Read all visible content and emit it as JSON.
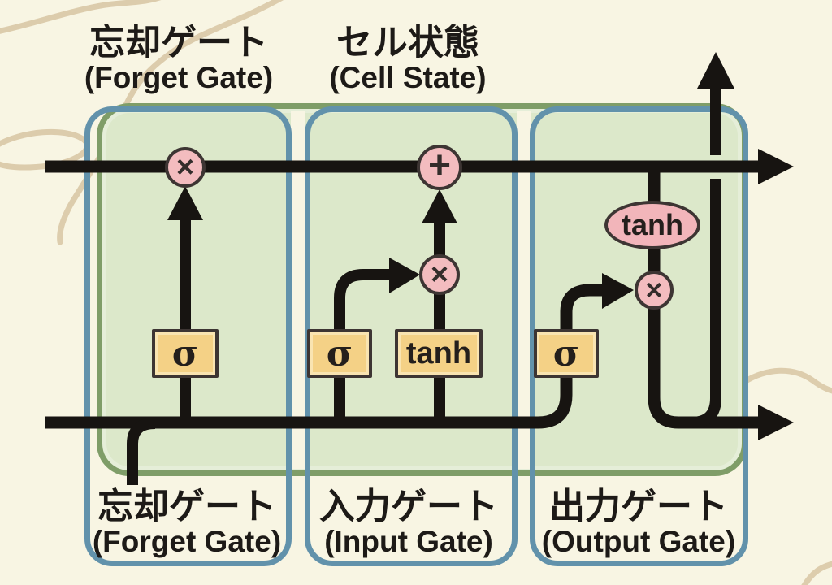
{
  "diagram": {
    "type": "lstm-cell-diagram",
    "header_labels": [
      {
        "jp": "忘却ゲート",
        "en": "(Forget Gate)"
      },
      {
        "jp": "セル状態",
        "en": "(Cell State)"
      }
    ],
    "section_labels": [
      {
        "id": "forget",
        "jp": "忘却ゲート",
        "en": "(Forget Gate)"
      },
      {
        "id": "input",
        "jp": "入力ゲート",
        "en": "(Input Gate)"
      },
      {
        "id": "output",
        "jp": "出力ゲート",
        "en": "(Output Gate)"
      }
    ],
    "gates": {
      "forget_sigma": "σ",
      "input_sigma": "σ",
      "input_tanh": "tanh",
      "output_sigma": "σ",
      "output_tanh": "tanh"
    },
    "operators": {
      "forget_multiply": "×",
      "cell_add": "+",
      "input_multiply": "×",
      "output_multiply": "×"
    },
    "colors": {
      "background": "#f8f5e3",
      "cell_fill": "#dce8ca",
      "cell_border": "#7f9d68",
      "section_border": "#6292ab",
      "gate_fill": "#f4d186",
      "operator_fill": "#f3bcbf",
      "node_border": "#3d3533",
      "line": "#171411",
      "decor_squiggle": "#d8c5a3",
      "text": "#1d1a17"
    }
  }
}
